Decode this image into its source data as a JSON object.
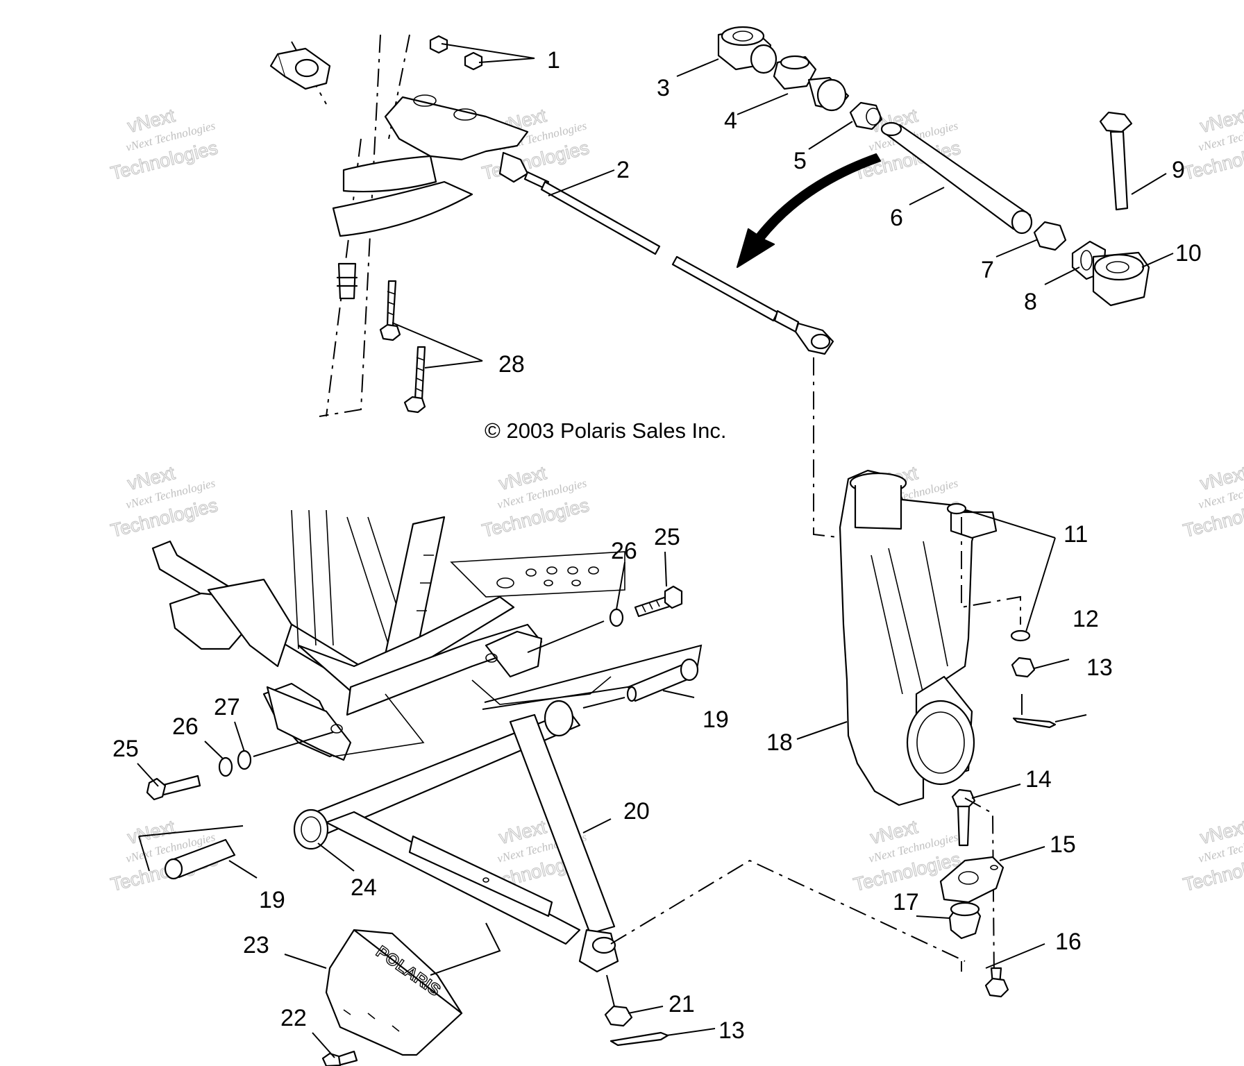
{
  "copyright": "© 2003 Polaris Sales Inc.",
  "watermark": {
    "brand": "vNext",
    "line1": "vNext Technologies",
    "line2": "Technologies"
  },
  "logo_text": "POLARIS",
  "callouts": [
    {
      "id": "1",
      "label": "1"
    },
    {
      "id": "2",
      "label": "2"
    },
    {
      "id": "3",
      "label": "3"
    },
    {
      "id": "4",
      "label": "4"
    },
    {
      "id": "5",
      "label": "5"
    },
    {
      "id": "6",
      "label": "6"
    },
    {
      "id": "7",
      "label": "7"
    },
    {
      "id": "8",
      "label": "8"
    },
    {
      "id": "9",
      "label": "9"
    },
    {
      "id": "10",
      "label": "10"
    },
    {
      "id": "11",
      "label": "11"
    },
    {
      "id": "12",
      "label": "12"
    },
    {
      "id": "13a",
      "label": "13"
    },
    {
      "id": "14",
      "label": "14"
    },
    {
      "id": "15",
      "label": "15"
    },
    {
      "id": "16",
      "label": "16"
    },
    {
      "id": "17",
      "label": "17"
    },
    {
      "id": "18",
      "label": "18"
    },
    {
      "id": "19a",
      "label": "19"
    },
    {
      "id": "19b",
      "label": "19"
    },
    {
      "id": "20",
      "label": "20"
    },
    {
      "id": "21",
      "label": "21"
    },
    {
      "id": "13b",
      "label": "13"
    },
    {
      "id": "22",
      "label": "22"
    },
    {
      "id": "23",
      "label": "23"
    },
    {
      "id": "24",
      "label": "24"
    },
    {
      "id": "25a",
      "label": "25"
    },
    {
      "id": "25b",
      "label": "25"
    },
    {
      "id": "26a",
      "label": "26"
    },
    {
      "id": "26b",
      "label": "26"
    },
    {
      "id": "27",
      "label": "27"
    },
    {
      "id": "28",
      "label": "28"
    }
  ]
}
